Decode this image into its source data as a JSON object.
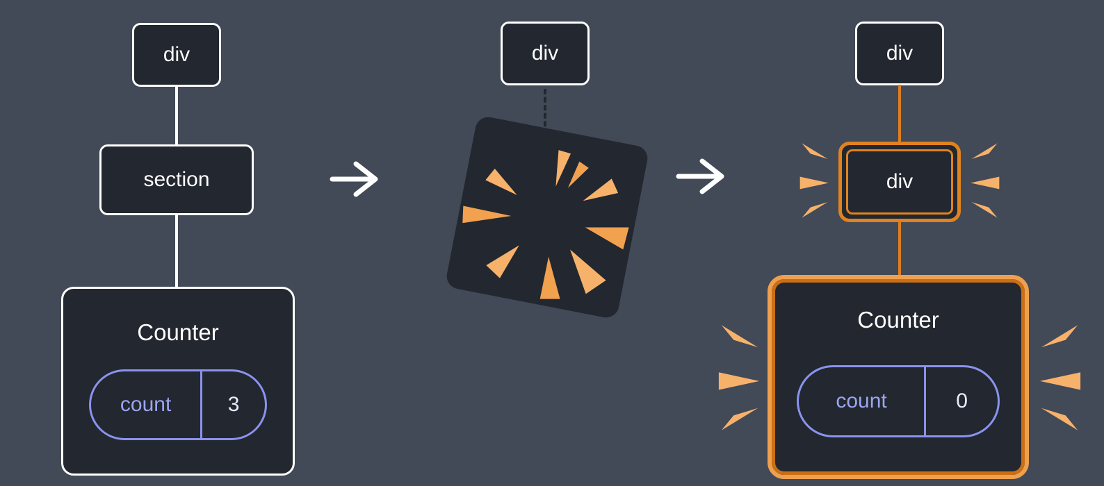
{
  "diagram": {
    "description": "React state reset diagram: replacing section with div destroys Counter state",
    "colors": {
      "background": "#424957",
      "node_fill": "#23272f",
      "node_border": "#ffffff",
      "edge_white": "#ffffff",
      "edge_orange": "#dd7e20",
      "highlight_orange": "#e0831f",
      "highlight_orange_light": "#efa04e",
      "highlight_orange_dark": "#c96f15",
      "sparkle_orange": "#f6b26b",
      "state_pill_border": "#8a93ee",
      "state_key_text": "#9ba5f0",
      "state_value_text": "#e9ecfd",
      "label_text": "#ffffff"
    },
    "icons": {
      "arrow": "arrow-right",
      "poof": "poof-explosion",
      "sparkles": "sparkle-burst"
    }
  },
  "panels": {
    "before": {
      "root": "div",
      "parent": "section",
      "component": "Counter",
      "state": {
        "key": "count",
        "value": "3"
      }
    },
    "poof": {
      "root": "div"
    },
    "after": {
      "root": "div",
      "parent": "div",
      "component": "Counter",
      "state": {
        "key": "count",
        "value": "0"
      }
    }
  }
}
